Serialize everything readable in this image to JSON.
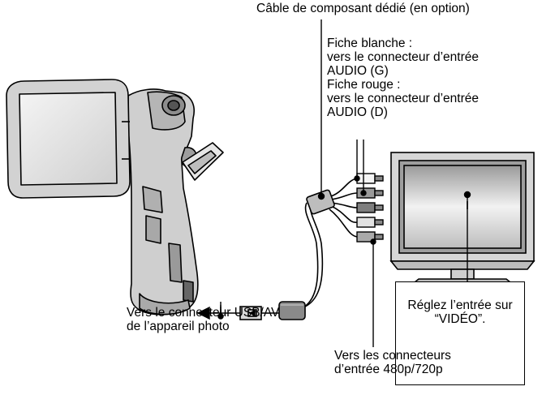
{
  "labels": {
    "cable": "Câble de composant dédié (en option)",
    "white_plug_title": "Fiche blanche :",
    "white_plug_line1": "vers le connecteur d’entrée",
    "white_plug_line2": "AUDIO (G)",
    "red_plug_title": "Fiche rouge :",
    "red_plug_line1": "vers le connecteur d’entrée",
    "red_plug_line2": "AUDIO (D)",
    "usb_line1": "Vers le connecteur USB/AV",
    "usb_line2": "de l’appareil photo",
    "tv_note_line1": "Réglez l’entrée sur",
    "tv_note_line2": "“VIDÉO”.",
    "connectors_line1": "Vers les connecteurs",
    "connectors_line2": "d’entrée 480p/720p"
  },
  "colors": {
    "line": "#000000",
    "body_gray": "#cfcfcf",
    "dark_gray": "#7a7a7a",
    "screen_gray": "#e4e4e4"
  }
}
